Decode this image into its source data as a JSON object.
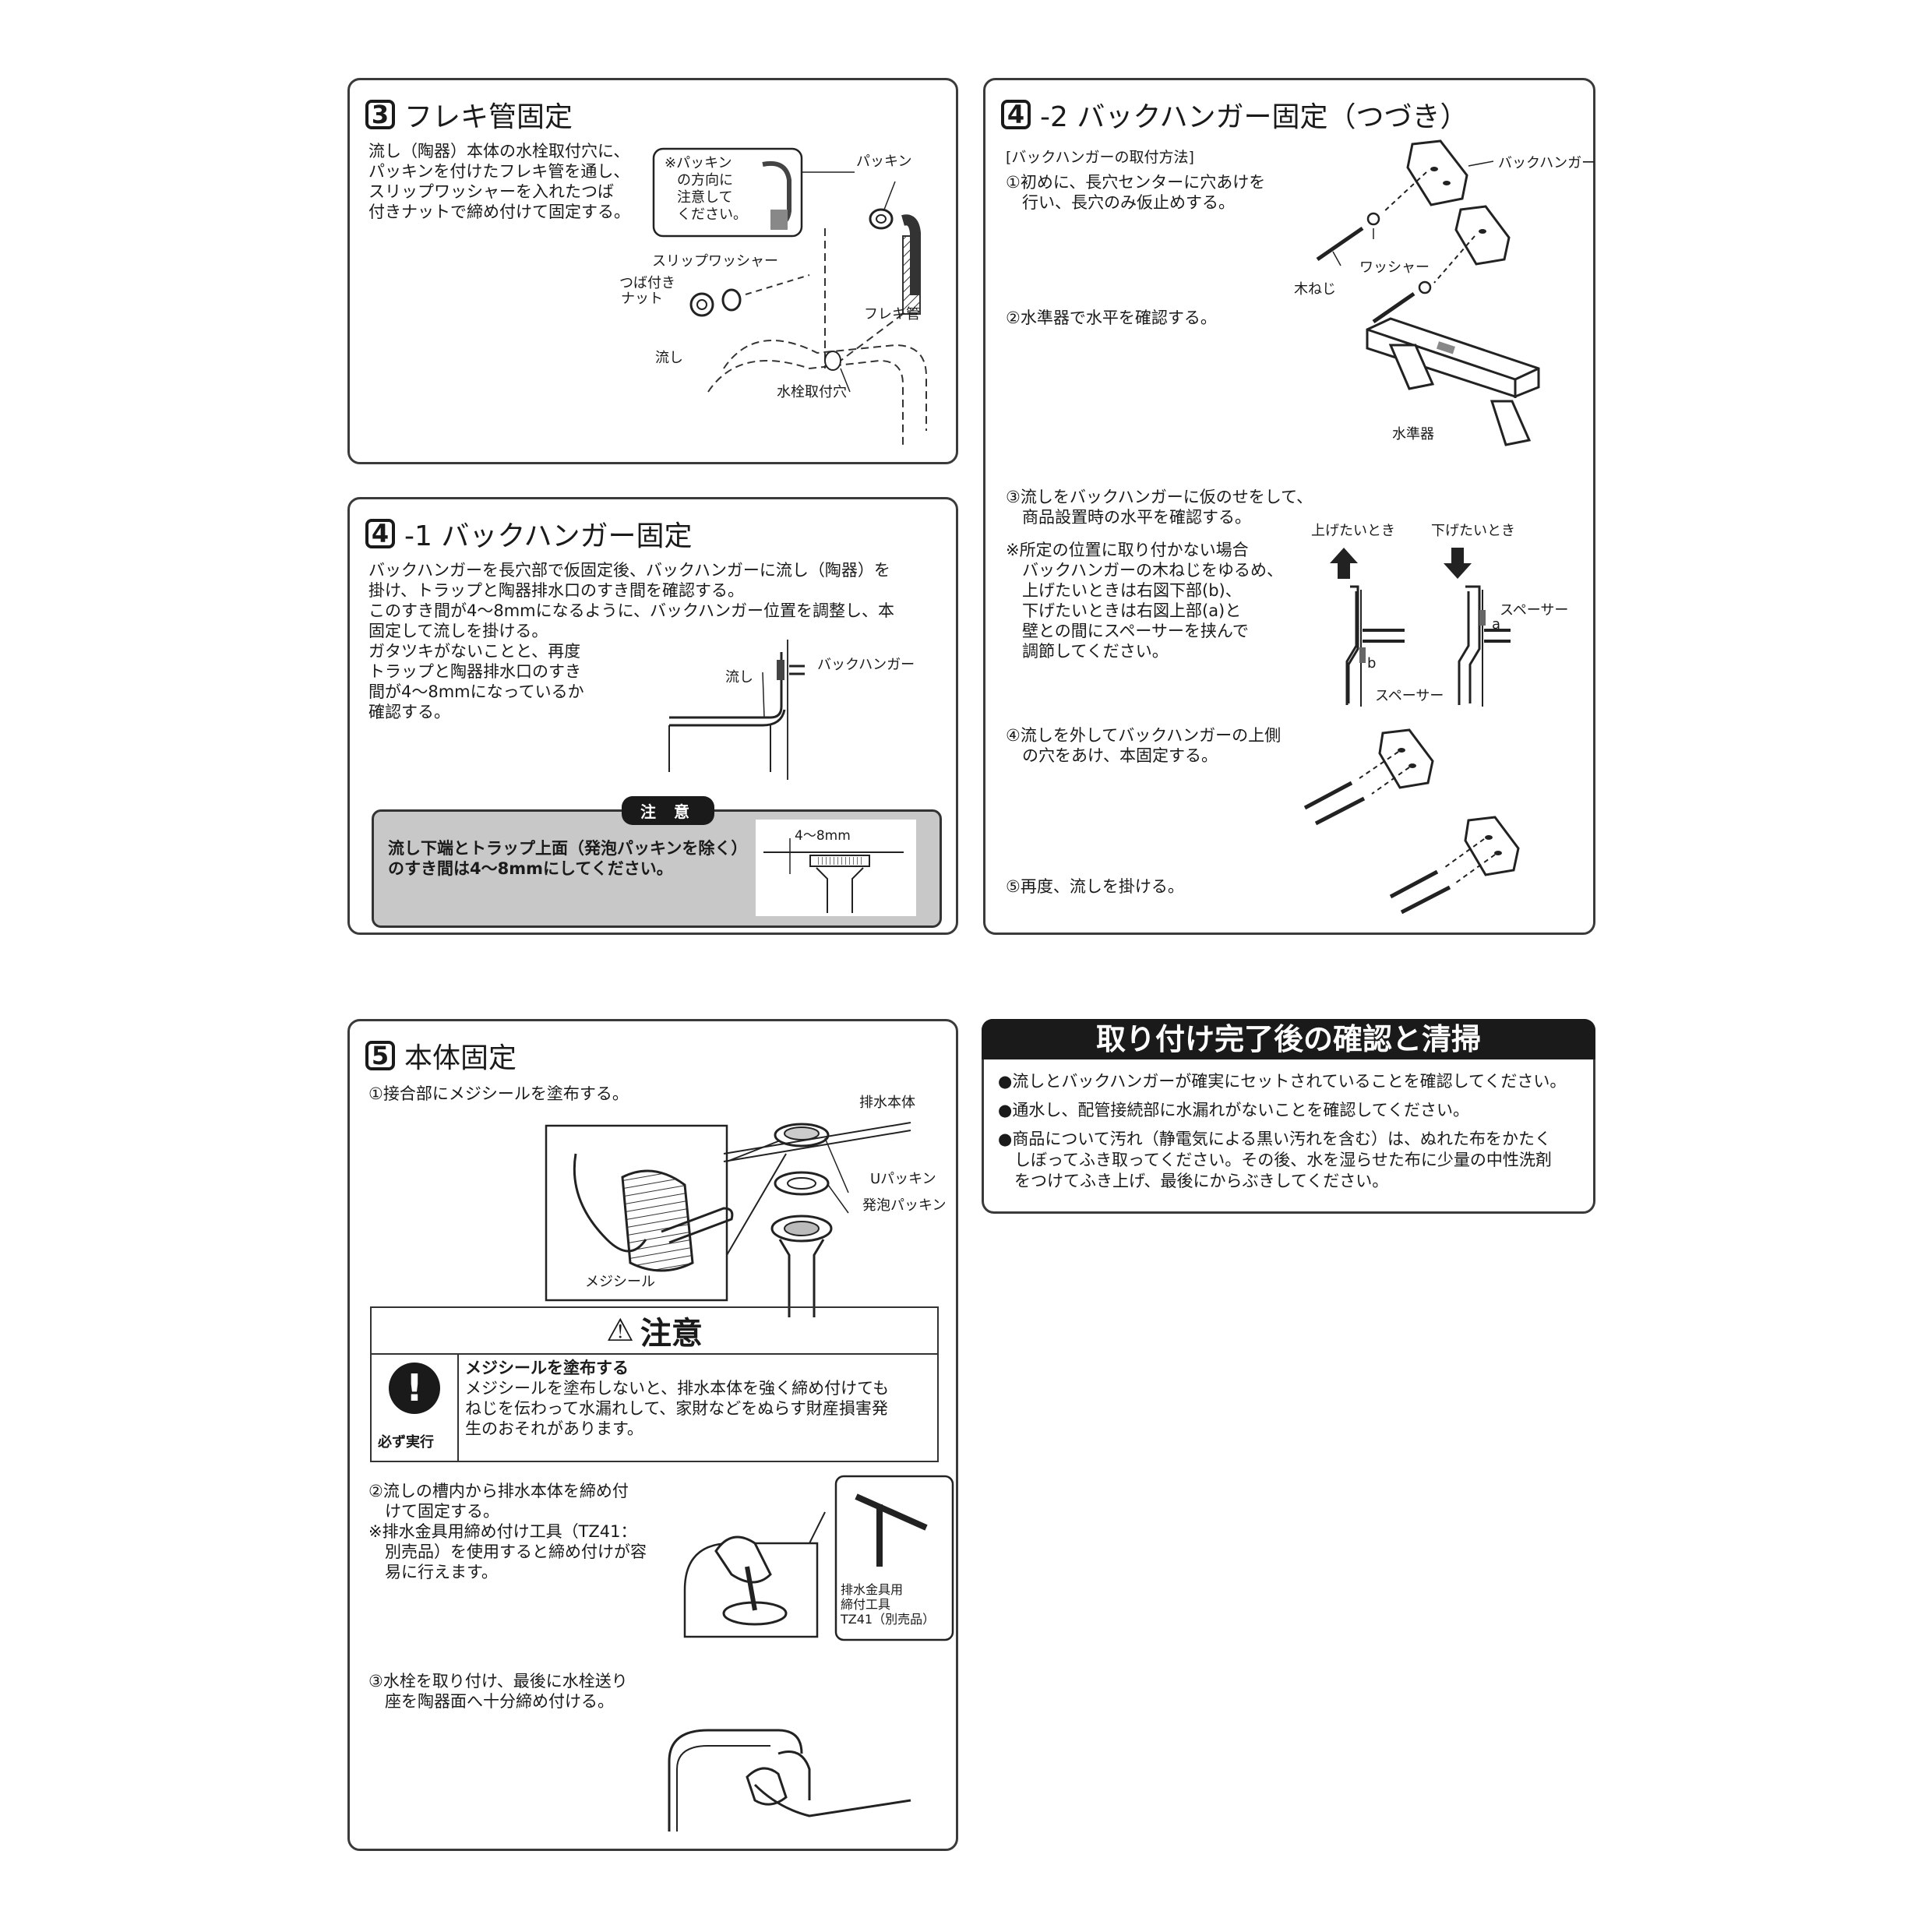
{
  "s3": {
    "num": "3",
    "title": "フレキ管固定",
    "text": [
      "流し（陶器）本体の水栓取付穴に、",
      "パッキンを付けたフレキ管を通し、",
      "スリップワッシャーを入れたつば",
      "付きナットで締め付けて固定する。"
    ],
    "note": [
      "※パッキン",
      "の方向に",
      "注意して",
      "ください。"
    ],
    "labels": {
      "packing": "パッキン",
      "slip_washer": "スリップワッシャー",
      "nut_1": "つば付き",
      "nut_2": "ナット",
      "flex": "フレキ管",
      "sink": "流し",
      "hole": "水栓取付穴"
    }
  },
  "s41": {
    "num": "4",
    "title": "-1 バックハンガー固定",
    "text": [
      "バックハンガーを長穴部で仮固定後、バックハンガーに流し（陶器）を",
      "掛け、トラップと陶器排水口のすき間を確認する。",
      "このすき間が4～8mmになるように、バックハンガー位置を調整し、本",
      "固定して流しを掛ける。",
      "ガタツキがないことと、再度",
      "トラップと陶器排水口のすき",
      "間が4～8mmになっているか",
      "確認する。"
    ],
    "labels": {
      "sink": "流し",
      "hanger": "バックハンガー"
    },
    "caution_tag": "注 意",
    "caution_text": [
      "流し下端とトラップ上面（発泡パッキンを除く）",
      "のすき間は4～8mmにしてください。"
    ],
    "gap_label": "4～8mm"
  },
  "s42": {
    "num": "4",
    "title": "-2 バックハンガー固定（つづき）",
    "method": "[バックハンガーの取付方法]",
    "step1": [
      "①初めに、長穴センターに穴あけを",
      "　行い、長穴のみ仮止めする。"
    ],
    "step2": [
      "②水準器で水平を確認する。"
    ],
    "step3": [
      "③流しをバックハンガーに仮のせをして、",
      "　商品設置時の水平を確認する。"
    ],
    "note": [
      "※所定の位置に取り付かない場合",
      "　バックハンガーの木ねじをゆるめ、",
      "　上げたいときは右図下部(b)、",
      "　下げたいときは右図上部(a)と",
      "　壁との間にスペーサーを挟んで",
      "　調節してください。"
    ],
    "step4": [
      "④流しを外してバックハンガーの上側",
      "　の穴をあけ、本固定する。"
    ],
    "step5": [
      "⑤再度、流しを掛ける。"
    ],
    "labels": {
      "hanger": "バックハンガー",
      "washer": "ワッシャー",
      "screw": "木ねじ",
      "level": "水準器",
      "up": "上げたいとき",
      "down": "下げたいとき",
      "spacer": "スペーサー",
      "a": "a",
      "b": "b"
    }
  },
  "s5": {
    "num": "5",
    "title": "本体固定",
    "step1": [
      "①接合部にメジシールを塗布する。"
    ],
    "labels": {
      "drain": "排水本体",
      "upack": "Uパッキン",
      "foam": "発泡パッキン",
      "seal": "メジシール",
      "tool": [
        "排水金具用",
        "締付工具",
        "TZ41（別売品）"
      ]
    },
    "warn_title": "注意",
    "warn_must": "必ず実行",
    "warn_head": "メジシールを塗布する",
    "warn_body": [
      "メジシールを塗布しないと、排水本体を強く締め付けても",
      "ねじを伝わって水漏れして、家財などをぬらす財産損害発",
      "生のおそれがあります。"
    ],
    "step2": [
      "②流しの槽内から排水本体を締め付",
      "　けて固定する。",
      "※排水金具用締め付け工具（TZ41：",
      "　別売品）を使用すると締め付けが容",
      "　易に行えます。"
    ],
    "step3": [
      "③水栓を取り付け、最後に水栓送り",
      "　座を陶器面へ十分締め付ける。"
    ]
  },
  "final": {
    "title": "取り付け完了後の確認と清掃",
    "items": [
      [
        "●流しとバックハンガーが確実にセットされていることを確認してください。"
      ],
      [
        "●通水し、配管接続部に水漏れがないことを確認してください。"
      ],
      [
        "●商品について汚れ（静電気による黒い汚れを含む）は、ぬれた布をかたく",
        "　しぼってふき取ってください。その後、水を湿らせた布に少量の中性洗剤",
        "　をつけてふき上げ、最後にからぶきしてください。"
      ]
    ]
  }
}
